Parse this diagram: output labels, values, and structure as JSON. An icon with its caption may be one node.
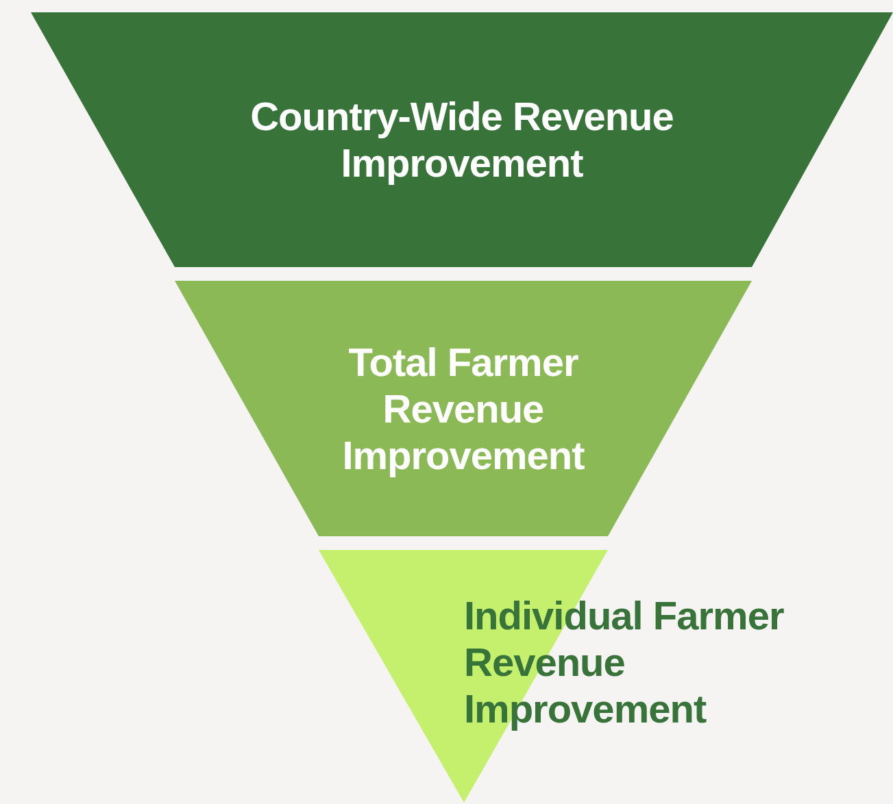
{
  "diagram": {
    "nodes": [
      {
        "text": [
          "Country-Wide Revenue Improvement"
        ]
      },
      {
        "text": [
          "Total Farmer Revenue Improvement"
        ]
      },
      {
        "text": [
          "Individual Farmer Revenue Improvement"
        ]
      }
    ],
    "edges": []
  }
}
